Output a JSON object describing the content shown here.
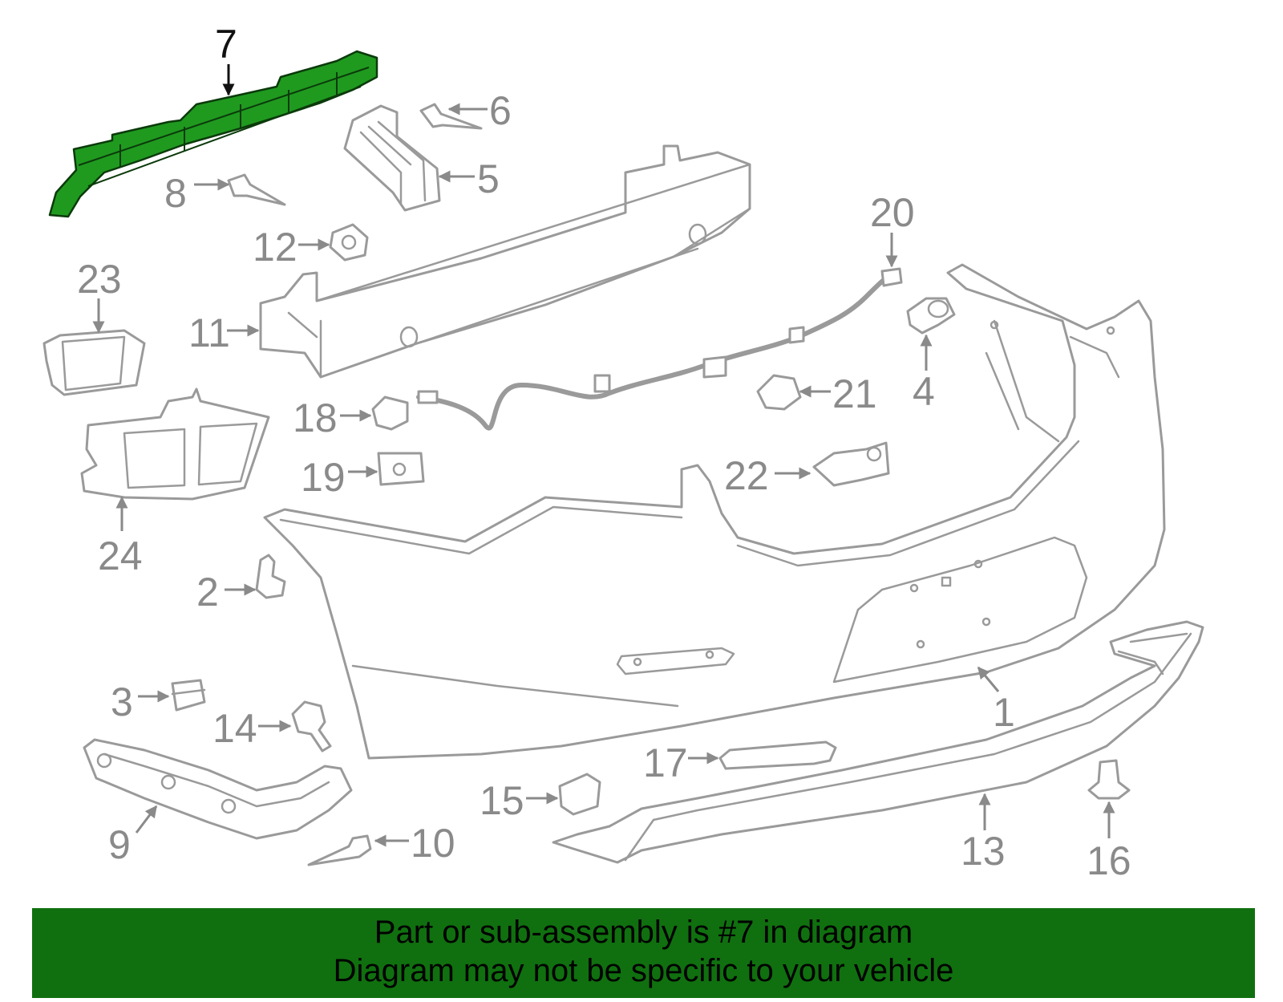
{
  "callouts": {
    "c1": "1",
    "c2": "2",
    "c3": "3",
    "c4": "4",
    "c5": "5",
    "c6": "6",
    "c7": "7",
    "c8": "8",
    "c9": "9",
    "c10": "10",
    "c11": "11",
    "c12": "12",
    "c13": "13",
    "c14": "14",
    "c15": "15",
    "c16": "16",
    "c17": "17",
    "c18": "18",
    "c19": "19",
    "c20": "20",
    "c21": "21",
    "c22": "22",
    "c23": "23",
    "c24": "24"
  },
  "highlighted_part": "7",
  "colors": {
    "highlight": "#1f9a1f",
    "banner": "#10700f",
    "line_gray": "#9a9a9a"
  },
  "banner": {
    "line1": "Part or sub-assembly is #7 in diagram",
    "line2": "Diagram may not be specific to your vehicle"
  }
}
